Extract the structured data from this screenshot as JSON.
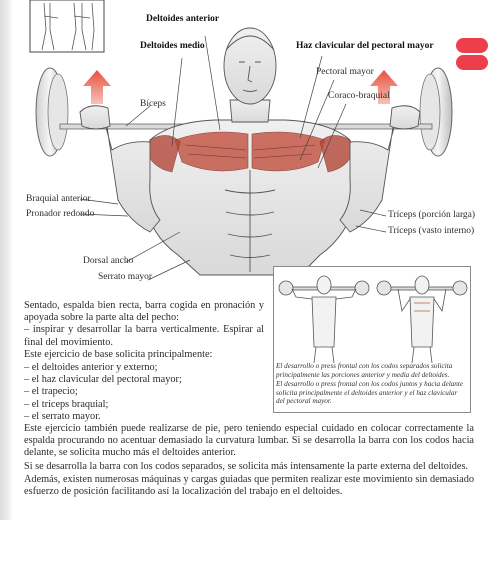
{
  "illustration_labels": {
    "deltoides_anterior": "Deltoides anterior",
    "deltoides_medio": "Deltoides medio",
    "haz_clavicular": "Haz clavicular del pectoral mayor",
    "pectoral_mayor": "Pectoral mayor",
    "coracobraquial": "Coraco-braquial",
    "biceps": "Bíceps",
    "braquial_anterior": "Braquial anterior",
    "pronador_redondo": "Pronador redondo",
    "dorsal_ancho": "Dorsal ancho",
    "serrato_mayor": "Serrato mayor",
    "triceps_porcion_larga": "Tríceps (porción larga)",
    "triceps_vasto_interno": "Tríceps (vasto interno)"
  },
  "description": {
    "intro": "Sentado, espalda bien recta, barra cogida en pronación y apoyada sobre la parte alta del pecho:",
    "steps": [
      "– inspirar y desarrollar la barra verticalmente. Espirar al final del movimiento."
    ],
    "muscles_intro": "Este ejercicio de base solicita principalmente:",
    "muscles": [
      "– el deltoides anterior y externo;",
      "– el haz clavicular del pectoral mayor;",
      "– el trapecio;",
      "– el tríceps braquial;",
      "– el serrato mayor."
    ]
  },
  "notes": [
    "Este ejercicio también puede realizarse de pie, pero teniendo especial cuidado en colocar correctamente la espalda procurando no acentuar demasiado la curvatura lumbar. Si se desarrolla la barra con los codos hacia delante, se solicita mucho más el deltoides anterior.",
    "Si se desarrolla la barra con los codos separados, se solicita más intensamente la parte externa del deltoides.",
    "Además, existen numerosas máquinas y cargas guiadas que permiten realizar este movimiento sin demasiado esfuerzo de posición facilitando así la localización del trabajo en el deltoides."
  ],
  "inset_caption": [
    "El desarrollo o press frontal con los codos separados solicita principalmente las porciones anterior y media del deltoides.",
    "El desarrollo o press frontal con los codos juntos y hacia delante solicita principalmente el deltoides anterior y el haz clavicular del pectoral mayor."
  ],
  "colors": {
    "accent_pill": "#ec3e4b",
    "arrow": "#e8503f",
    "muscle_highlight": "#c45a4a"
  }
}
